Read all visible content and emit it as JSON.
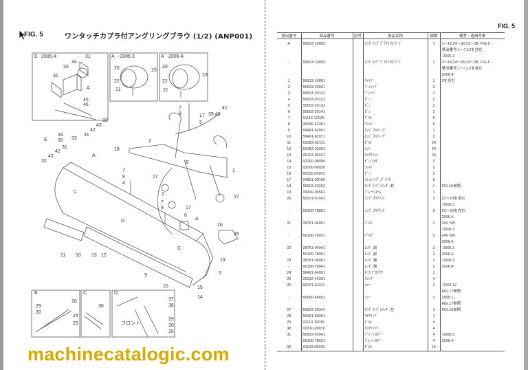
{
  "left_page": {
    "fig_label": "FIG. 5",
    "title": "ワンタッチカプラ付アングリングブラウ (1/2) (ANP001)",
    "watermark": "machinecatalogic.com"
  },
  "diagram": {
    "callouts": [
      "E",
      "2006.4-",
      "31",
      "44",
      "33",
      "31",
      "45",
      "46",
      "A",
      "A",
      "-2006.3",
      "20",
      "23",
      "22",
      "21",
      "A",
      "2006.4-",
      "20",
      "23",
      "22",
      "21",
      "E",
      "34",
      "35",
      "33",
      "31",
      "42",
      "43",
      "32",
      "32",
      "43",
      "42",
      "31",
      "A",
      "7",
      "8",
      "17",
      "5",
      "39,40",
      "41",
      "2",
      "18",
      "B",
      "1",
      "27",
      "2",
      "7",
      "8",
      "4",
      "17",
      "C",
      "7",
      "8",
      "17",
      "6",
      "D",
      "A",
      "16",
      "26",
      "C",
      "19",
      "3",
      "9",
      "10",
      "11",
      "10",
      "13",
      "12",
      "15",
      "14",
      "B",
      "28",
      "29",
      "30",
      "24",
      "25",
      "C",
      "38",
      "D",
      "フロント",
      "37",
      "36",
      "29",
      "30",
      "25"
    ]
  },
  "right_page": {
    "fig_label": "FIG. 5",
    "table": {
      "headers": [
        "見出番号",
        "部品番号",
        "記号",
        "部品名称",
        "個数",
        "備考・適用号車"
      ],
      "rows": [
        {
          "ref": "A",
          "part": "56503-10002",
          "name": "ｱﾝｸﾞﾘﾝｸﾞﾌﾞﾗｳｱｯｾﾝﾌﾞﾘ",
          "qty": "1",
          "remarks": [
            "1〜18,24〜30,33〜38, FIG.6 -",
            "見出番号 1〜7,12を含む",
            "-2006.3"
          ]
        },
        {
          "ref": "-",
          "part": "56503-10003",
          "name": "ｱﾝｸﾞﾘﾝｸﾞﾌﾞﾗｳｱｯｾﾝﾌﾞﾘ",
          "qty": "1",
          "remarks": [
            "1〜18,24〜30,33〜38, FIG.6 -",
            "見出番号 1〜7,12を含む",
            "2006.4-"
          ]
        },
        {
          "ref": "1",
          "part": "56513-10001",
          "name": "ｷｬﾘｱ",
          "qty": "1",
          "remarks": [
            "2を含む"
          ]
        },
        {
          "ref": "2",
          "part": "56503-20031",
          "name": "ﾌﾞｯｼﾝｸﾞ",
          "qty": "2",
          "remarks": [
            ""
          ]
        },
        {
          "ref": "3",
          "part": "56503-20113",
          "name": "ﾌﾞﾚｰﾄﾞ",
          "qty": "1",
          "remarks": [
            ""
          ]
        },
        {
          "ref": "4",
          "part": "56503-20121",
          "name": "ﾋﾟﾝ",
          "qty": "2",
          "remarks": [
            ""
          ]
        },
        {
          "ref": "5",
          "part": "56503-20132",
          "name": "ﾋﾟﾝ",
          "qty": "2",
          "remarks": [
            ""
          ]
        },
        {
          "ref": "6",
          "part": "56503-20141",
          "name": "ﾋﾟﾝ",
          "qty": "2",
          "remarks": [
            ""
          ]
        },
        {
          "ref": "7",
          "part": "01116-12025",
          "name": "ﾎﾞﾙﾄ",
          "qty": "6",
          "remarks": [
            ""
          ]
        },
        {
          "ref": "8",
          "part": "26096-42351",
          "name": "ﾜｯｼｬ",
          "qty": "6",
          "remarks": [
            ""
          ]
        },
        {
          "ref": "9",
          "part": "58491-62061",
          "name": "ｴｯｼﾞ,ｶｯﾃｨﾝｸﾞ",
          "qty": "1",
          "remarks": [
            ""
          ]
        },
        {
          "ref": "10",
          "part": "58491-62071",
          "name": "ｴｯｼﾞ,ｶｯﾃｨﾝｸﾞ",
          "qty": "2",
          "remarks": [
            ""
          ]
        },
        {
          "ref": "11",
          "part": "56383-02131",
          "name": "ﾎﾞﾙﾄ",
          "qty": "24",
          "remarks": [
            ""
          ]
        },
        {
          "ref": "12",
          "part": "56383-02201",
          "name": "ﾅｯﾄ",
          "qty": "24",
          "remarks": [
            ""
          ]
        },
        {
          "ref": "13",
          "part": "26123-30221",
          "name": "ﾛｯｸﾜｯｼｬ",
          "qty": "24",
          "remarks": [
            ""
          ]
        },
        {
          "ref": "14",
          "part": "02200-08050",
          "name": "ﾋﾟﾝ,ｺｯﾀ",
          "qty": "2",
          "remarks": [
            ""
          ]
        },
        {
          "ref": "15",
          "part": "02000-00030",
          "name": "ﾜｯｼｬ",
          "qty": "2",
          "remarks": [
            ""
          ]
        },
        {
          "ref": "16",
          "part": "56311-65901",
          "name": "ﾋﾟﾝ",
          "qty": "2",
          "remarks": [
            ""
          ]
        },
        {
          "ref": "17",
          "part": "04901-00160",
          "name": "ﾌｨｯﾃｨﾝｸﾞ,ｸﾞﾘｰｽ",
          "qty": "6",
          "remarks": [
            ""
          ]
        },
        {
          "ref": "18",
          "part": "56503-20252",
          "name": "ｱﾝｸﾞﾘﾝｸﾞｼﾘﾝﾀﾞ,右",
          "qty": "1",
          "remarks": [
            "FIG.15参照"
          ]
        },
        {
          "ref": "19",
          "part": "09300-00502",
          "name": "ﾌﾟﾚｰﾄ,ﾈｰﾑ",
          "qty": "1",
          "remarks": [
            ""
          ]
        },
        {
          "ref": "20",
          "part": "56371-61541",
          "name": "ﾗﾝﾌﾟ,ｸﾘｱﾗﾝｽ",
          "qty": "2",
          "remarks": [
            "21〜23を含む",
            "-2006.3"
          ]
        },
        {
          "ref": "-",
          "part": "56190-78001",
          "name": "ﾗﾝﾌﾟ,ｸﾘｱﾗﾝｽ",
          "qty": "2",
          "remarks": [
            "21〜23を含む",
            "2006.4-"
          ]
        },
        {
          "ref": "21",
          "part": "28761-04951",
          "name": "ﾊﾞﾙﾌﾞ",
          "qty": "2",
          "remarks": [
            "24V 5W",
            "-2006.3"
          ]
        },
        {
          "ref": "-",
          "part": "56190-78031",
          "name": "ﾊﾞﾙﾌﾞ",
          "qty": "2",
          "remarks": [
            "24V 6W",
            "2006.4-"
          ]
        },
        {
          "ref": "22",
          "part": "28761-04941",
          "name": "ﾚﾝｽﾞ,前",
          "qty": "2",
          "remarks": [
            "-2006.3"
          ]
        },
        {
          "ref": "-",
          "part": "56190-78051",
          "name": "ﾚﾝｽﾞ,前",
          "qty": "2",
          "remarks": [
            "2006.4-"
          ]
        },
        {
          "ref": "23",
          "part": "28761-04961",
          "name": "ﾚﾝｽﾞ,後",
          "qty": "2",
          "remarks": [
            "-2006.3"
          ]
        },
        {
          "ref": "-",
          "part": "56190-78041",
          "name": "ﾚﾝｽﾞ,後",
          "qty": "2",
          "remarks": [
            "2006.4-"
          ]
        },
        {
          "ref": "24",
          "part": "58491-64901",
          "name": "ﾎｰｽ,ﾌﾟﾛﾃｸﾀ",
          "qty": "1",
          "remarks": [
            ""
          ]
        },
        {
          "ref": "25",
          "part": "26312-42391",
          "name": "ｸﾗﾝﾌﾟ",
          "qty": "4",
          "remarks": [
            ""
          ]
        },
        {
          "ref": "26",
          "part": "56371-61101",
          "name": "ｼｭｰ",
          "qty": "2",
          "remarks": [
            "-2004.12",
            "FIG.17参照"
          ]
        },
        {
          "ref": "-",
          "part": "56560-54651",
          "name": "ｼｭｰ",
          "qty": "2",
          "remarks": [
            "2005.1-",
            "FIG.17参照"
          ]
        },
        {
          "ref": "27",
          "part": "56503-20341",
          "name": "ｱﾝｸﾞﾘﾝｸﾞｼﾘﾝﾀﾞ,左",
          "qty": "1",
          "remarks": [
            "FIG.15参照"
          ]
        },
        {
          "ref": "28",
          "part": "58491-65961",
          "name": "ﾜｲﾔﾘﾝｸﾞ",
          "qty": "1",
          "remarks": [
            ""
          ]
        },
        {
          "ref": "29",
          "part": "01110-10016",
          "name": "ﾎﾞﾙﾄ",
          "qty": "4",
          "remarks": [
            ""
          ]
        },
        {
          "ref": "30",
          "part": "02010-00010",
          "name": "ﾛｯｸﾜｯｼｬ",
          "qty": "4",
          "remarks": [
            ""
          ]
        },
        {
          "ref": "31",
          "part": "56503-02041",
          "name": "ﾌﾟﾚｰﾄ,ｶﾊﾞｰ",
          "qty": "4",
          "remarks": [
            "-2006.3"
          ]
        },
        {
          "ref": "-",
          "part": "56190-78021",
          "name": "ﾌﾟﾚｰﾄ,ｶﾊﾞｰ",
          "qty": "4",
          "remarks": [
            "2006.4-"
          ]
        },
        {
          "ref": "32",
          "part": "01100-08020",
          "name": "ﾎﾞﾙﾄ",
          "qty": "16",
          "remarks": [
            ""
          ]
        }
      ]
    }
  }
}
